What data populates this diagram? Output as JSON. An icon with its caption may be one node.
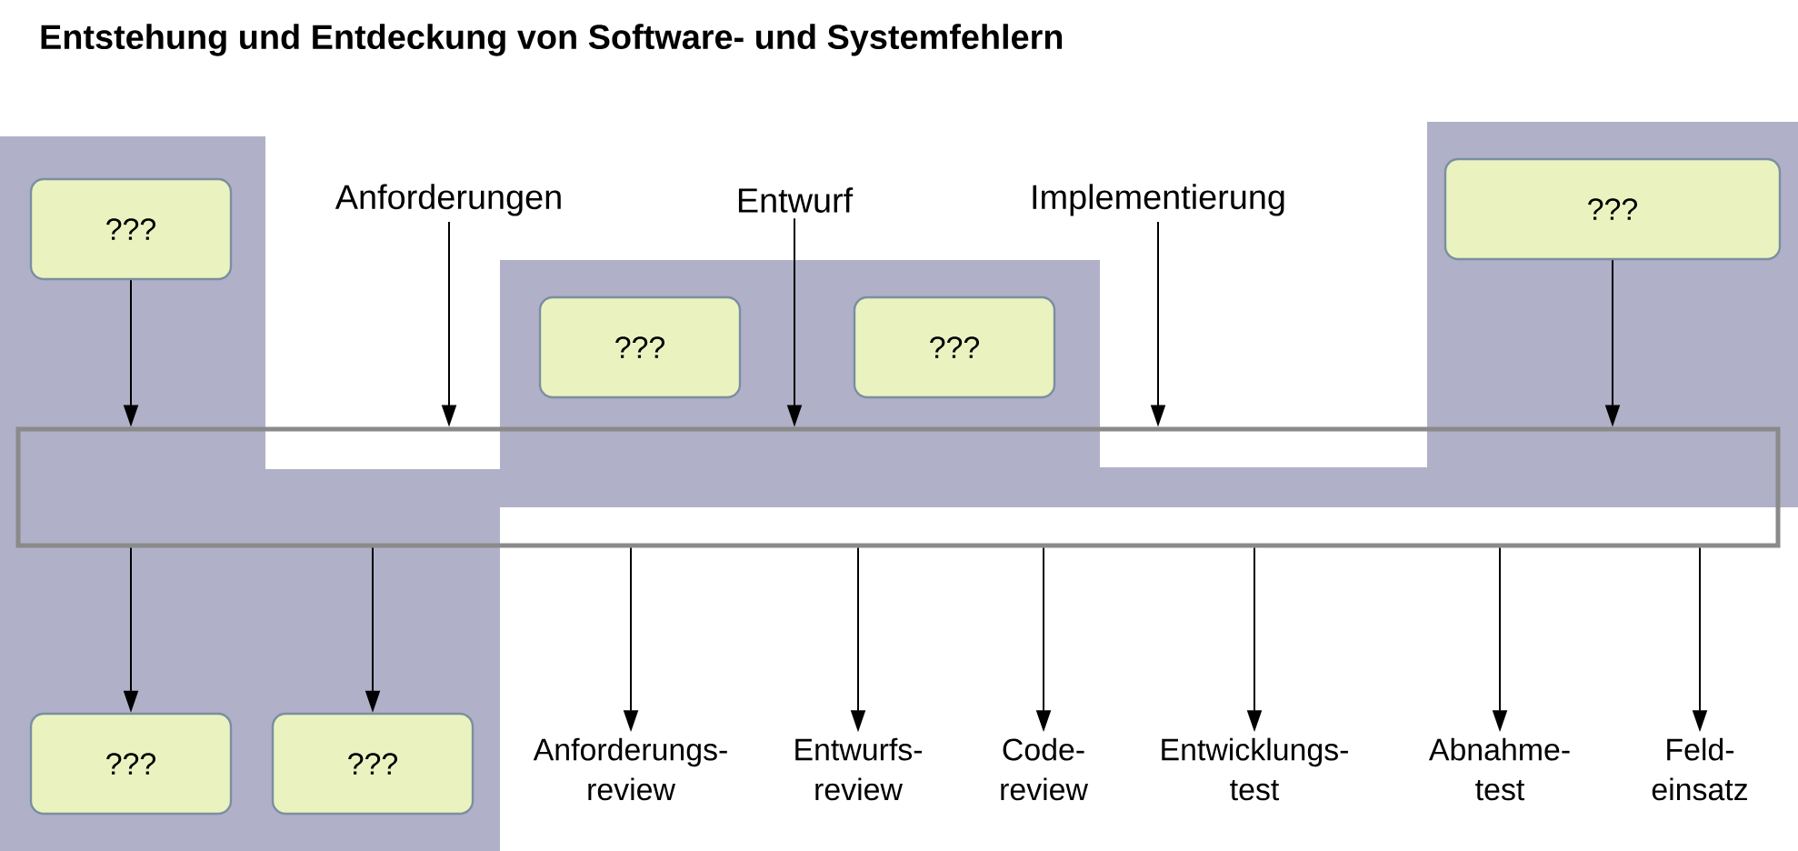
{
  "diagram": {
    "title": "Entstehung und Entdeckung von Software- und Systemfehlern",
    "nodes": [
      {
        "text": [
          "???"
        ]
      },
      {
        "text": [
          "Anforderungen"
        ]
      },
      {
        "text": [
          "Entwurf"
        ]
      },
      {
        "text": [
          "Implementierung"
        ]
      },
      {
        "text": [
          "???"
        ]
      },
      {
        "text": [
          "???"
        ]
      },
      {
        "text": [
          "???"
        ]
      },
      {
        "text": [],
        "shape": "box"
      },
      {
        "text": [
          "???"
        ]
      },
      {
        "text": [
          "???"
        ]
      },
      {
        "text": [
          "Anforderungs- review"
        ]
      },
      {
        "text": [
          "Entwurfs- review"
        ]
      },
      {
        "text": [
          "Code- review"
        ]
      },
      {
        "text": [
          "Entwicklungs- test"
        ]
      },
      {
        "text": [
          "Abnahme- test"
        ]
      },
      {
        "text": [
          "Feld- einsatz"
        ]
      }
    ],
    "edges": [
      {
        "from": 0,
        "to": 7,
        "arrow": "to"
      },
      {
        "from": 1,
        "to": 7,
        "arrow": "to"
      },
      {
        "from": 2,
        "to": 7,
        "arrow": "to"
      },
      {
        "from": 3,
        "to": 7,
        "arrow": "to"
      },
      {
        "from": 4,
        "to": 7,
        "arrow": "to"
      },
      {
        "from": 7,
        "to": 8,
        "arrow": "to"
      },
      {
        "from": 7,
        "to": 9,
        "arrow": "to"
      },
      {
        "from": 7,
        "to": 10,
        "arrow": "to"
      },
      {
        "from": 7,
        "to": 11,
        "arrow": "to"
      },
      {
        "from": 7,
        "to": 12,
        "arrow": "to"
      },
      {
        "from": 7,
        "to": 13,
        "arrow": "to"
      },
      {
        "from": 7,
        "to": 14,
        "arrow": "to"
      },
      {
        "from": 7,
        "to": 15,
        "arrow": "to"
      }
    ]
  }
}
